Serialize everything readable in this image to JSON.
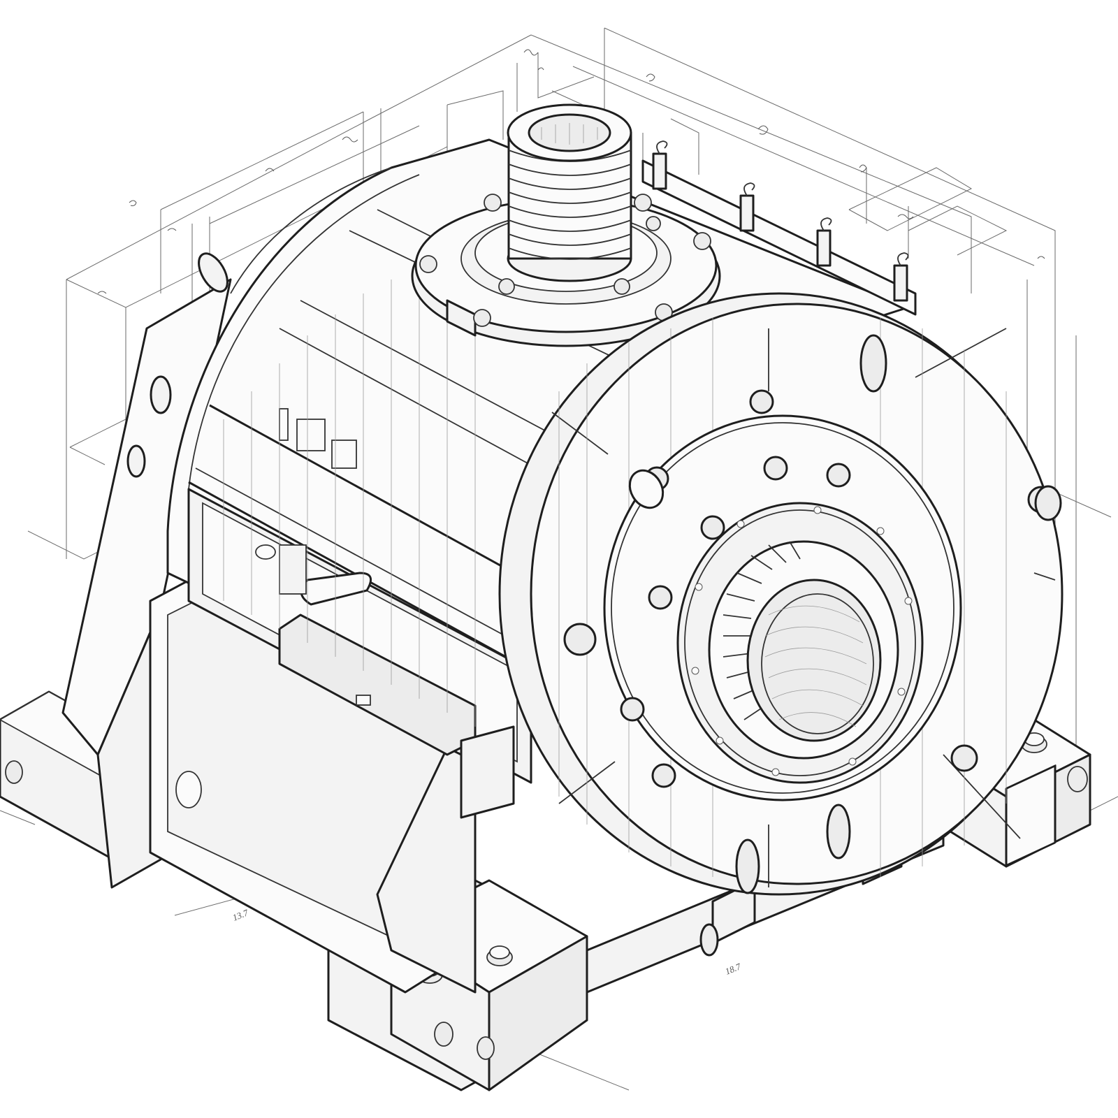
{
  "diagram": {
    "type": "isometric-technical-drawing",
    "subject": "industrial gear motor / pump housing",
    "style": "pencil line art with hatching",
    "colors": {
      "background": "#ffffff",
      "ink": "#2a2a2a",
      "hatch": "#9a9a9a",
      "dimension_lines": "#6a6a6a"
    },
    "components": [
      {
        "name": "top-threaded-nozzle",
        "description": "threaded cylindrical outlet on top flange"
      },
      {
        "name": "top-flange",
        "description": "bolted circular flange with 6 bolts"
      },
      {
        "name": "drum-housing",
        "description": "cylindrical main housing body"
      },
      {
        "name": "front-end-plate",
        "description": "large circular end cover with bolt circle"
      },
      {
        "name": "front-bearing-bore",
        "description": "central bore with splined ring"
      },
      {
        "name": "left-support-frame",
        "description": "left trapezoidal support with cradle"
      },
      {
        "name": "base-mounting-feet",
        "description": "four rectangular mounting feet with bolts"
      },
      {
        "name": "terminal-box",
        "description": "rectangular side box on housing"
      },
      {
        "name": "top-lifting-lugs",
        "description": "row of hook lugs along top rail"
      }
    ],
    "dimension_labels": [
      {
        "id": "dim-front-base",
        "text": "18.7"
      },
      {
        "id": "dim-left-base",
        "text": "13.7"
      }
    ]
  }
}
